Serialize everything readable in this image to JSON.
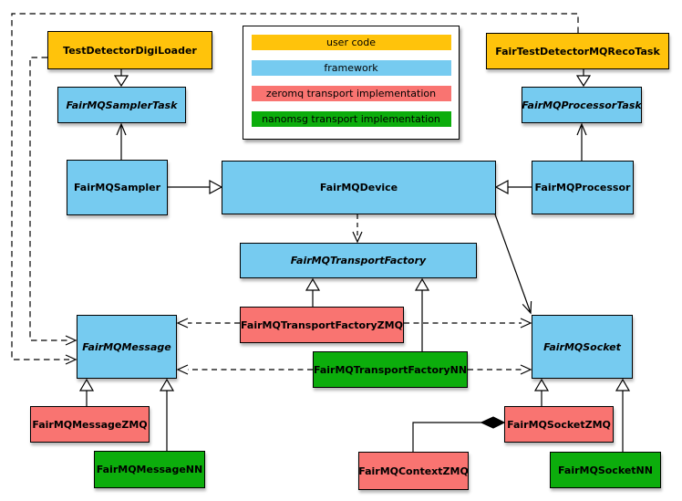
{
  "nodes": {
    "testDetectorDigiLoader": {
      "label": "TestDetectorDigiLoader",
      "category": "user code",
      "abstract": false
    },
    "fairTestDetectorMQRecoTask": {
      "label": "FairTestDetectorMQRecoTask",
      "category": "user code",
      "abstract": false
    },
    "fairMQSamplerTask": {
      "label": "FairMQSamplerTask",
      "category": "framework",
      "abstract": true
    },
    "fairMQProcessorTask": {
      "label": "FairMQProcessorTask",
      "category": "framework",
      "abstract": true
    },
    "fairMQSampler": {
      "label": "FairMQSampler",
      "category": "framework",
      "abstract": false
    },
    "fairMQDevice": {
      "label": "FairMQDevice",
      "category": "framework",
      "abstract": false
    },
    "fairMQProcessor": {
      "label": "FairMQProcessor",
      "category": "framework",
      "abstract": false
    },
    "fairMQTransportFactory": {
      "label": "FairMQTransportFactory",
      "category": "framework",
      "abstract": true
    },
    "fairMQTransportFactoryZMQ": {
      "label": "FairMQTransportFactoryZMQ",
      "category": "zeromq transport implementation",
      "abstract": false
    },
    "fairMQTransportFactoryNN": {
      "label": "FairMQTransportFactoryNN",
      "category": "nanomsg transport implementation",
      "abstract": false
    },
    "fairMQMessage": {
      "label": "FairMQMessage",
      "category": "framework",
      "abstract": true
    },
    "fairMQMessageZMQ": {
      "label": "FairMQMessageZMQ",
      "category": "zeromq transport implementation",
      "abstract": false
    },
    "fairMQMessageNN": {
      "label": "FairMQMessageNN",
      "category": "nanomsg transport implementation",
      "abstract": false
    },
    "fairMQSocket": {
      "label": "FairMQSocket",
      "category": "framework",
      "abstract": true
    },
    "fairMQSocketZMQ": {
      "label": "FairMQSocketZMQ",
      "category": "zeromq transport implementation",
      "abstract": false
    },
    "fairMQSocketNN": {
      "label": "FairMQSocketNN",
      "category": "nanomsg transport implementation",
      "abstract": false
    },
    "fairMQContextZMQ": {
      "label": "FairMQContextZMQ",
      "category": "zeromq transport implementation",
      "abstract": false
    }
  },
  "legend": {
    "items": [
      {
        "label": "user code",
        "color": "#FFC30B"
      },
      {
        "label": "framework",
        "color": "#76CBF0"
      },
      {
        "label": "zeromq transport implementation",
        "color": "#F97471"
      },
      {
        "label": "nanomsg transport implementation",
        "color": "#0CAD0C"
      }
    ]
  },
  "colors": {
    "user_code": "#FFC30B",
    "framework": "#76CBF0",
    "zeromq": "#F97471",
    "nanomsg": "#0CAD0C",
    "line": "#000000",
    "background": "#ffffff"
  },
  "edges": [
    {
      "from": "TestDetectorDigiLoader",
      "to": "FairMQSamplerTask",
      "type": "inheritance"
    },
    {
      "from": "FairTestDetectorMQRecoTask",
      "to": "FairMQProcessorTask",
      "type": "inheritance"
    },
    {
      "from": "FairMQSampler",
      "to": "FairMQSamplerTask",
      "type": "association"
    },
    {
      "from": "FairMQProcessor",
      "to": "FairMQProcessorTask",
      "type": "association"
    },
    {
      "from": "FairMQSampler",
      "to": "FairMQDevice",
      "type": "inheritance"
    },
    {
      "from": "FairMQProcessor",
      "to": "FairMQDevice",
      "type": "inheritance"
    },
    {
      "from": "FairMQDevice",
      "to": "FairMQTransportFactory",
      "type": "dependency"
    },
    {
      "from": "FairMQDevice",
      "to": "FairMQSocket",
      "type": "association"
    },
    {
      "from": "FairMQTransportFactoryZMQ",
      "to": "FairMQTransportFactory",
      "type": "inheritance"
    },
    {
      "from": "FairMQTransportFactoryNN",
      "to": "FairMQTransportFactory",
      "type": "inheritance"
    },
    {
      "from": "FairMQTransportFactoryZMQ",
      "to": "FairMQMessage",
      "type": "dependency"
    },
    {
      "from": "FairMQTransportFactoryZMQ",
      "to": "FairMQSocket",
      "type": "dependency"
    },
    {
      "from": "FairMQTransportFactoryNN",
      "to": "FairMQMessage",
      "type": "dependency"
    },
    {
      "from": "FairMQTransportFactoryNN",
      "to": "FairMQSocket",
      "type": "dependency"
    },
    {
      "from": "TestDetectorDigiLoader",
      "to": "FairMQMessage",
      "type": "dependency"
    },
    {
      "from": "FairTestDetectorMQRecoTask",
      "to": "FairMQMessage",
      "type": "dependency"
    },
    {
      "from": "FairMQMessageZMQ",
      "to": "FairMQMessage",
      "type": "inheritance"
    },
    {
      "from": "FairMQMessageNN",
      "to": "FairMQMessage",
      "type": "inheritance"
    },
    {
      "from": "FairMQSocketZMQ",
      "to": "FairMQSocket",
      "type": "inheritance"
    },
    {
      "from": "FairMQSocketNN",
      "to": "FairMQSocket",
      "type": "inheritance"
    },
    {
      "from": "FairMQContextZMQ",
      "to": "FairMQSocketZMQ",
      "type": "composition"
    }
  ]
}
